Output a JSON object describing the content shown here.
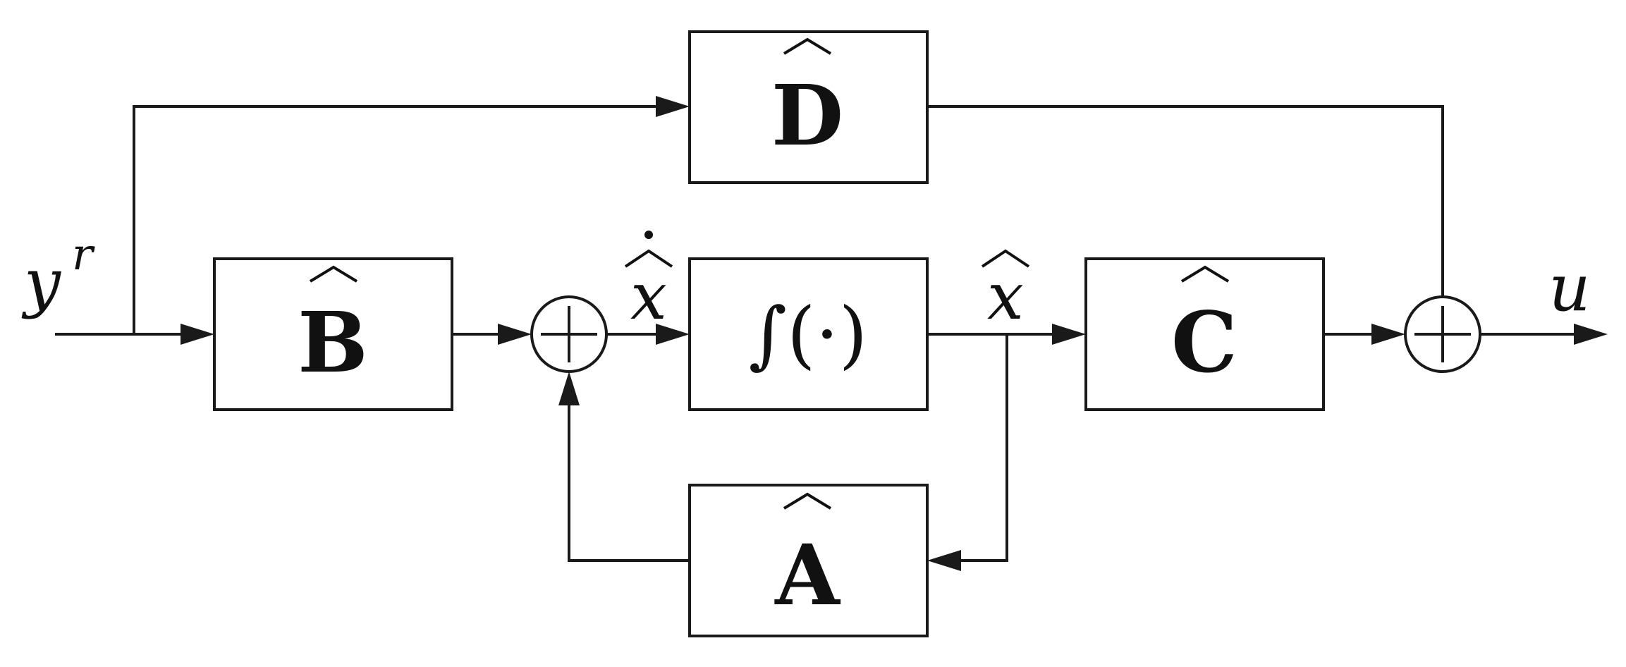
{
  "blocks": {
    "d": "D",
    "b": "B",
    "integrator": "∫(·)",
    "c": "C",
    "a": "A"
  },
  "signals": {
    "input": "y",
    "input_superscript": "r",
    "state_derivative": "x",
    "state": "x",
    "output": "u"
  },
  "summing_junction_symbol": "+"
}
